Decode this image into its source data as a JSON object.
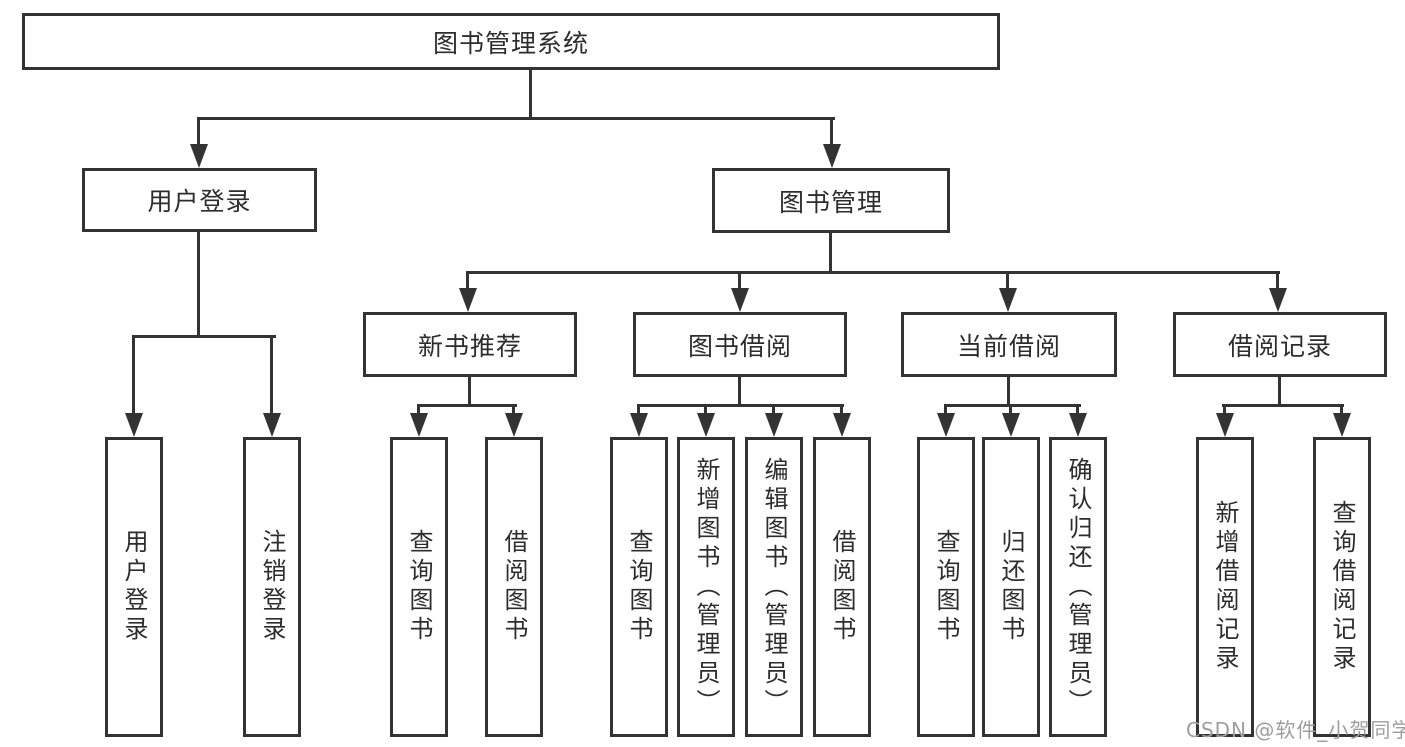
{
  "diagram": {
    "root": {
      "label": "图书管理系统"
    },
    "branches": [
      {
        "label": "用户登录",
        "children": [
          {
            "label": "用户登录"
          },
          {
            "label": "注销登录"
          }
        ]
      },
      {
        "label": "图书管理",
        "children": [
          {
            "label": "新书推荐",
            "children": [
              {
                "label": "查询图书"
              },
              {
                "label": "借阅图书"
              }
            ]
          },
          {
            "label": "图书借阅",
            "children": [
              {
                "label": "查询图书"
              },
              {
                "label": "新增图书（管理员）"
              },
              {
                "label": "编辑图书（管理员）"
              },
              {
                "label": "借阅图书"
              }
            ]
          },
          {
            "label": "当前借阅",
            "children": [
              {
                "label": "查询图书"
              },
              {
                "label": "归还图书"
              },
              {
                "label": "确认归还（管理员）"
              }
            ]
          },
          {
            "label": "借阅记录",
            "children": [
              {
                "label": "新增借阅记录"
              },
              {
                "label": "查询借阅记录"
              }
            ]
          }
        ]
      }
    ],
    "watermark": "CSDN @软件_小贺同学",
    "colors": {
      "line": "#333333",
      "text": "#2d2d2d",
      "watermark": "#9e9e9e"
    }
  }
}
